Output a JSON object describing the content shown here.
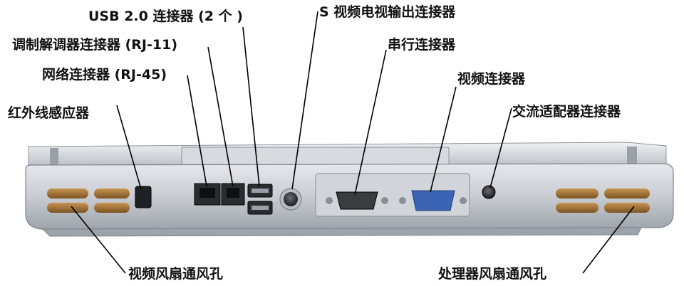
{
  "labels": {
    "usb": "USB 2.0 连接器 (2 个 )",
    "svideo": "S 视频电视输出连接器",
    "modem": "调制解调器连接器 (RJ-11)",
    "serial": "串行连接器",
    "network": "网络连接器 (RJ-45)",
    "video": "视频连接器",
    "infrared": "红外线感应器",
    "ac_adapter": "交流适配器连接器",
    "video_fan": "视频风扇通风孔",
    "cpu_fan": "处理器风扇通风孔"
  },
  "colors": {
    "body": "#c9ccd2",
    "body_dark": "#8e939b",
    "body_light": "#e4e6ea",
    "vent": "#a8793a",
    "vga": "#3c64b4",
    "leader": "#000000"
  }
}
